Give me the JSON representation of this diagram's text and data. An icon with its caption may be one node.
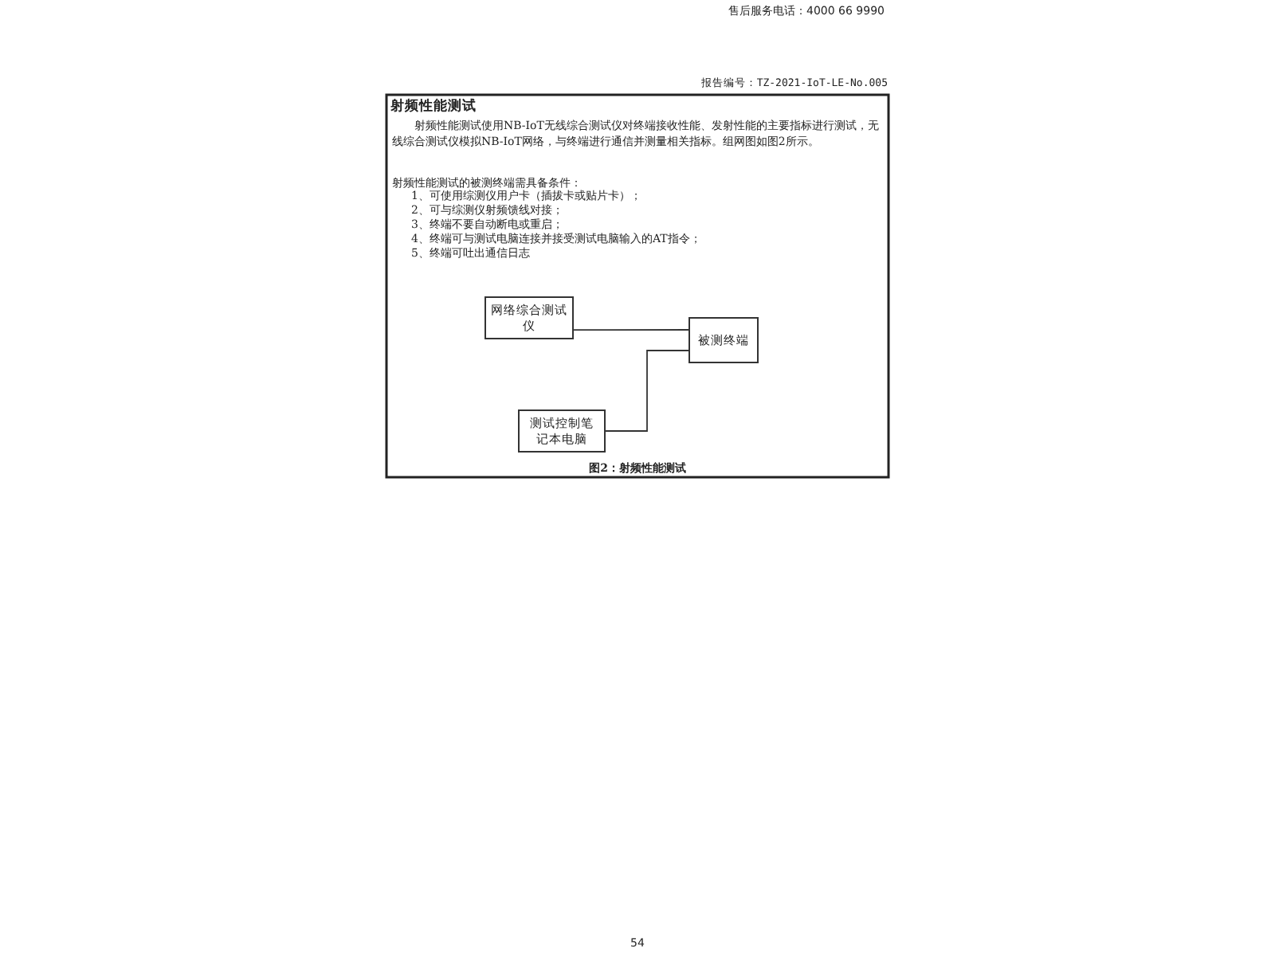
{
  "diagram": {
    "title": "射频性能测试",
    "caption": "图2：射频性能测试",
    "nodes": [
      {
        "text": [
          "网络综合测试仪"
        ]
      },
      {
        "text": [
          "被测终端"
        ]
      },
      {
        "text": [
          "测试控制笔记本电脑"
        ]
      }
    ],
    "edges": [
      {
        "from": 0,
        "to": 1,
        "arrow": "none"
      },
      {
        "from": 2,
        "to": 1,
        "arrow": "none"
      }
    ],
    "labels": [
      "售后服务电话：4000 66 9990",
      "报告编号：TZ-2021-IoT-LE-No.005",
      "射频性能测试使用NB-IoT无线综合测试仪对终端接收性能、发射性能的主要指标进行测试，无线综合测试仪模拟NB-IoT网络，与终端进行通信并测量相关指标。组网图如图2所示。",
      "射频性能测试的被测终端需具备条件：",
      "1、可使用综测仪用户卡（插拔卡或贴片卡）；",
      "2、可与综测仪射频馈线对接；",
      "3、终端不要自动断电或重启；",
      "4、终端可与测试电脑连接并接受测试电脑输入的AT指令；",
      "5、终端可吐出通信日志",
      "54"
    ]
  }
}
